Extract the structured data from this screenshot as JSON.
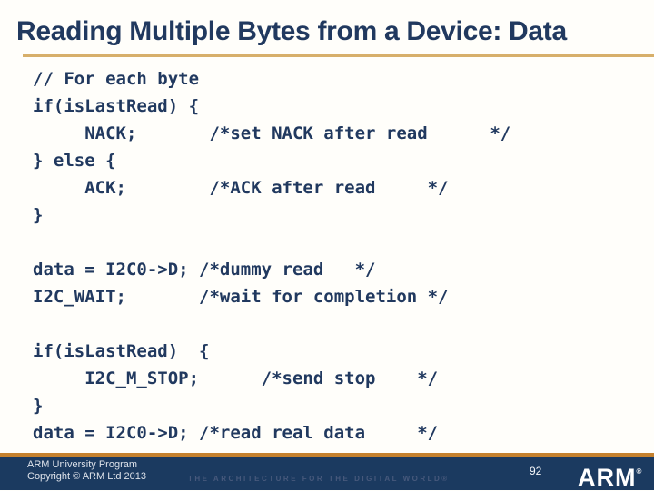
{
  "slide": {
    "title": "Reading Multiple Bytes from a Device: Data",
    "code_lines": [
      "// For each byte",
      "if(isLastRead) {",
      "     NACK;       /*set NACK after read      */",
      "} else {",
      "     ACK;        /*ACK after read     */",
      "}",
      "",
      "data = I2C0->D; /*dummy read   */",
      "I2C_WAIT;       /*wait for completion */",
      "",
      "if(isLastRead)  {",
      "     I2C_M_STOP;      /*send stop    */",
      "}",
      "data = I2C0->D; /*read real data     */"
    ],
    "footer": {
      "org_line1": "ARM University Program",
      "org_line2": "Copyright © ARM Ltd 2013",
      "tagline": "THE ARCHITECTURE FOR THE DIGITAL WORLD®",
      "page_number": "92",
      "logo_text": "ARM",
      "logo_reg": "®"
    },
    "colors": {
      "background": "#fffefa",
      "title_text": "#21395f",
      "code_text": "#21395f",
      "title_rule_gold": "#d7af6a",
      "footer_rule_orange": "#c5812e",
      "footer_background": "#1b3a60",
      "footer_text": "#dde2ea",
      "tagline_text": "#47597c",
      "logo_text": "#ffffff"
    }
  }
}
